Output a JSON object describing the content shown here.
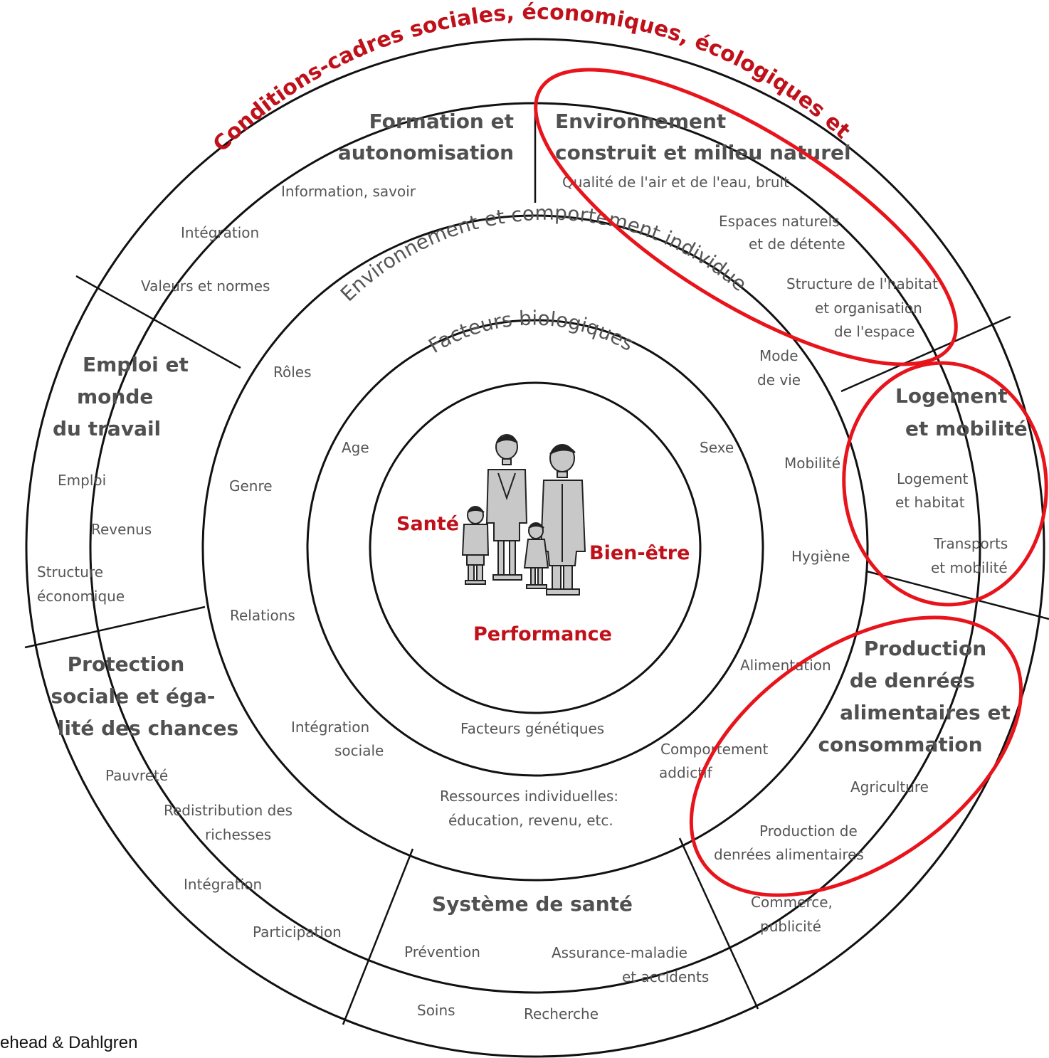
{
  "outer_title": "Conditions-cadres sociales, économiques, écologiques et culturelles",
  "middle_title": "Environnement et comportement individuel",
  "inner_title": "Facteurs biologiques",
  "center": {
    "sante": "Santé",
    "bien_etre": "Bien-être",
    "performance": "Performance"
  },
  "sectors": {
    "formation": {
      "title1": "Formation et",
      "title2": "autonomisation",
      "items": [
        "Information, savoir",
        "Intégration",
        "Valeurs et normes"
      ]
    },
    "environnement": {
      "title1": "Environnement",
      "title2": "construit et milieu naturel",
      "item1": "Qualité de l'air et de l'eau, bruit",
      "item2a": "Espaces naturels",
      "item2b": "et de détente",
      "item3a": "Structure de l'habitat",
      "item3b": "et organisation",
      "item3c": "de l'espace"
    },
    "logement": {
      "title1": "Logement",
      "title2": "et mobilité",
      "item1a": "Logement",
      "item1b": "et habitat",
      "item2a": "Transports",
      "item2b": "et mobilité"
    },
    "production": {
      "title1": "Production",
      "title2": "de denrées",
      "title3": "alimentaires et",
      "title4": "consommation",
      "item1": "Agriculture",
      "item2a": "Production de",
      "item2b": "denrées alimentaires",
      "item3a": "Commerce,",
      "item3b": "publicité"
    },
    "sante": {
      "title": "Système de santé",
      "items": [
        "Prévention",
        "Assurance-maladie",
        "et accidents",
        "Soins",
        "Recherche"
      ]
    },
    "protection": {
      "title1": "Protection",
      "title2": "sociale et éga-",
      "title3": "lité des chances",
      "item1": "Pauvreté",
      "item2a": "Redistribution des",
      "item2b": "richesses",
      "item3": "Intégration",
      "item4": "Participation"
    },
    "emploi": {
      "title1": "Emploi et",
      "title2": "monde",
      "title3": "du travail",
      "items": [
        "Emploi",
        "Revenus",
        "Structure",
        "économique"
      ]
    }
  },
  "middle_ring": {
    "roles": "Rôles",
    "genre": "Genre",
    "relations": "Relations",
    "integration_a": "Intégration",
    "integration_b": "sociale",
    "ressources_a": "Ressources individuelles:",
    "ressources_b": "éducation, revenu, etc.",
    "comportement_a": "Comportement",
    "comportement_b": "addictif",
    "alimentation": "Alimentation",
    "hygiene": "Hygiène",
    "mobilite": "Mobilité",
    "mode_a": "Mode",
    "mode_b": "de vie"
  },
  "inner_ring": {
    "age": "Age",
    "sexe": "Sexe",
    "genetique": "Facteurs génétiques"
  },
  "credit": "ehead & Dahlgren",
  "colors": {
    "accent_red": "#c0111a",
    "text_gray": "#555555",
    "highlight_red": "#e8141c"
  }
}
